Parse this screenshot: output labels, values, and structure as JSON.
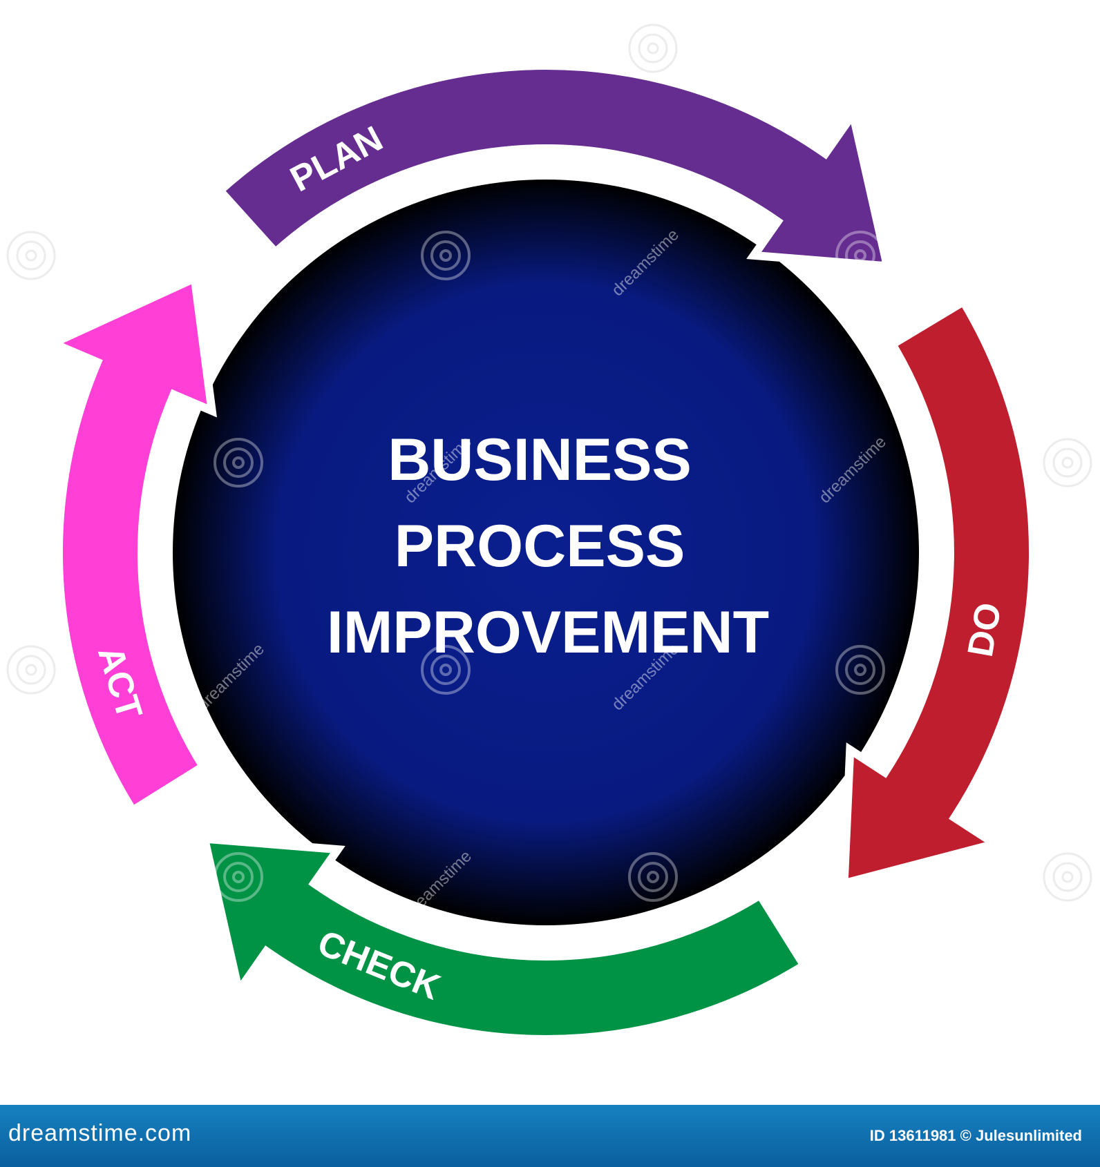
{
  "diagram": {
    "title_lines": [
      "BUSINESS",
      "PROCESS",
      "IMPROVEMENT"
    ],
    "steps": [
      {
        "id": "plan",
        "label": "PLAN",
        "color": "#662d91"
      },
      {
        "id": "do",
        "label": "DO",
        "color": "#be1e2d"
      },
      {
        "id": "check",
        "label": "CHECK",
        "color": "#009245"
      },
      {
        "id": "act",
        "label": "ACT",
        "color": "#ff3fd5"
      }
    ],
    "center_color": "#0a1f8f",
    "edge_color": "#000000"
  },
  "watermark": {
    "text": "dreamstime"
  },
  "footer": {
    "brand": "dreamstime.com",
    "id_text": "ID 13611981 © Julesunlimited",
    "color": "#0d6aaa"
  }
}
